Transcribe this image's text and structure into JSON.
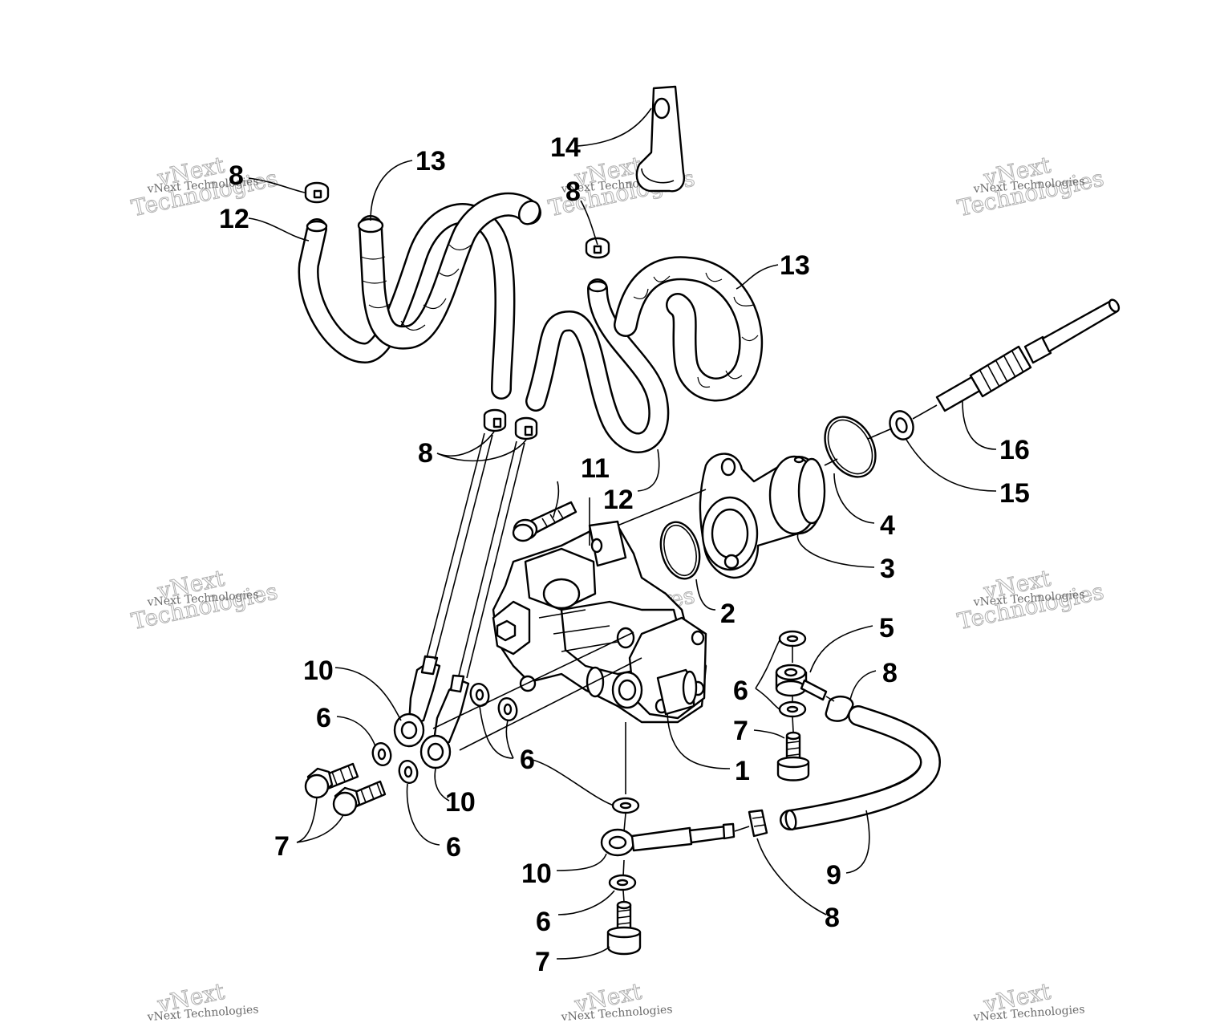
{
  "watermark": {
    "line1": "vNext Technologies",
    "big_top": "vNext",
    "big_bottom": "Technologies"
  },
  "callouts": [
    {
      "id": "c8a",
      "text": "8"
    },
    {
      "id": "c12a",
      "text": "12"
    },
    {
      "id": "c13a",
      "text": "13"
    },
    {
      "id": "c14",
      "text": "14"
    },
    {
      "id": "c8b",
      "text": "8"
    },
    {
      "id": "c13b",
      "text": "13"
    },
    {
      "id": "c16",
      "text": "16"
    },
    {
      "id": "c15",
      "text": "15"
    },
    {
      "id": "c8c",
      "text": "8"
    },
    {
      "id": "c11",
      "text": "11"
    },
    {
      "id": "c12b",
      "text": "12"
    },
    {
      "id": "c4",
      "text": "4"
    },
    {
      "id": "c3",
      "text": "3"
    },
    {
      "id": "c2",
      "text": "2"
    },
    {
      "id": "c5",
      "text": "5"
    },
    {
      "id": "c8d",
      "text": "8"
    },
    {
      "id": "c6a",
      "text": "6"
    },
    {
      "id": "c7a",
      "text": "7"
    },
    {
      "id": "c1",
      "text": "1"
    },
    {
      "id": "c10a",
      "text": "10"
    },
    {
      "id": "c6b",
      "text": "6"
    },
    {
      "id": "c6c",
      "text": "6"
    },
    {
      "id": "c10b",
      "text": "10"
    },
    {
      "id": "c6d",
      "text": "6"
    },
    {
      "id": "c7b",
      "text": "7"
    },
    {
      "id": "c10c",
      "text": "10"
    },
    {
      "id": "c9",
      "text": "9"
    },
    {
      "id": "c6e",
      "text": "6"
    },
    {
      "id": "c8e",
      "text": "8"
    },
    {
      "id": "c7c",
      "text": "7"
    }
  ]
}
